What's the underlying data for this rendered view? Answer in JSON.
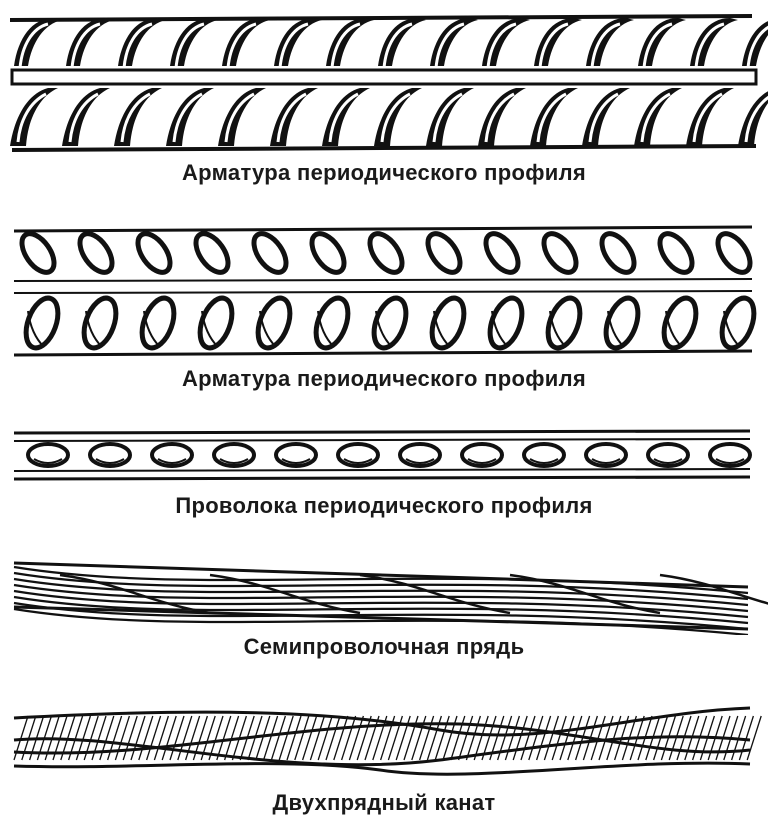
{
  "items": [
    {
      "caption": "Арматура периодического профиля"
    },
    {
      "caption": "Арматура периодического профиля"
    },
    {
      "caption": "Проволока периодического профиля"
    },
    {
      "caption": "Семипроволочная прядь"
    },
    {
      "caption": "Двухпрядный канат"
    }
  ]
}
